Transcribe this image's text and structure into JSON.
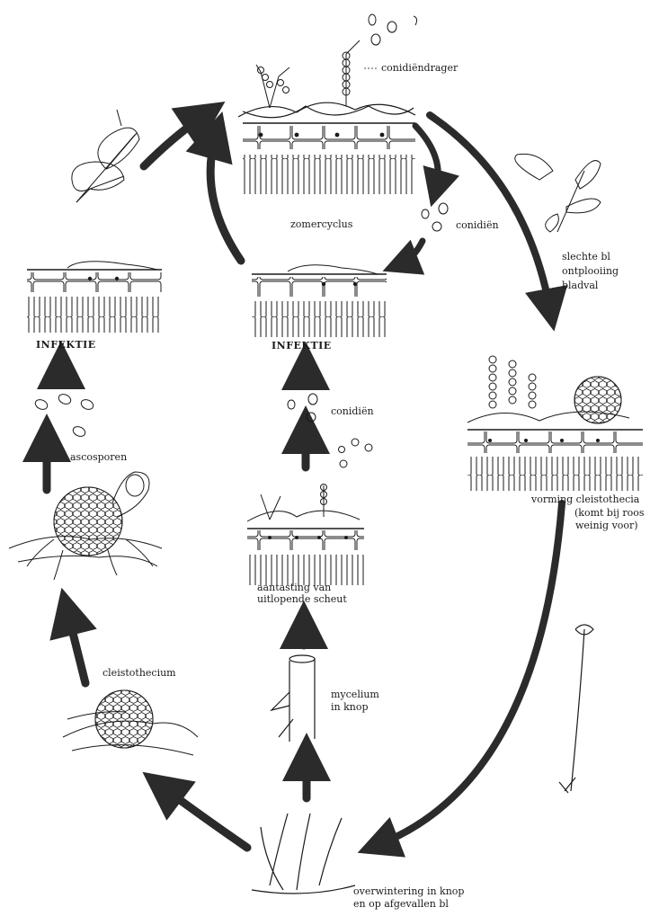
{
  "diagram": {
    "labels": {
      "conidiendrager": "conidiëndrager",
      "zomercyclus": "zomercyclus",
      "conidien_top": "conidiën",
      "slechte_1": "slechte bl",
      "slechte_2": "ontplooiing",
      "slechte_3": "bladval",
      "infektie_left": "INFEKTIE",
      "infektie_center": "INFEKTIE",
      "conidien_mid": "conidiën",
      "ascosporen": "ascosporen",
      "vorming_1": "vorming cleistothecia",
      "vorming_2": "(komt bij roos",
      "vorming_3": "weinig voor)",
      "aantasting_1": "aantasting van",
      "aantasting_2": "uitlopende scheut",
      "cleistothecium": "cleistothecium",
      "mycelium_1": "mycelium",
      "mycelium_2": "in knop",
      "overwintering_1": "overwintering in knop",
      "overwintering_2": "en op afgevallen bl"
    },
    "colors": {
      "ink": "#1a1a1a",
      "paper": "#ffffff",
      "arrow": "#2b2b2b"
    },
    "icons": [
      "leaf-sprig-icon",
      "rose-leaf-icon",
      "rose-stem-icon",
      "rose-shoot-icon",
      "rose-bush-icon",
      "cleistothecium-icon",
      "ascus-icon"
    ]
  }
}
